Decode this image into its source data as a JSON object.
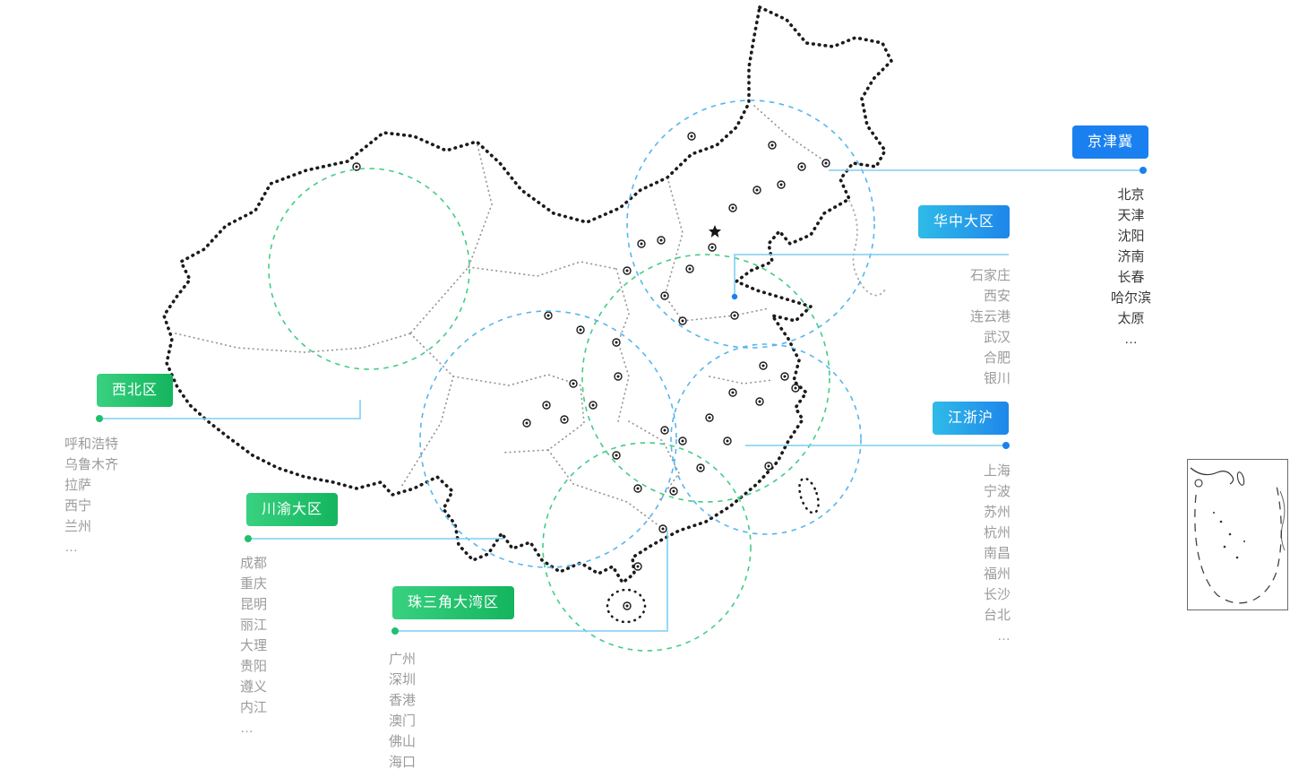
{
  "colors": {
    "background": "#ffffff",
    "blue_chip": "#1a80f0",
    "cyan_chip_start": "#2fbbe8",
    "cyan_chip_end": "#1e86ea",
    "green_chip_start": "#38d180",
    "green_chip_end": "#14b55e",
    "connector_line": "#7fcef4",
    "dot_blue": "#1a80f0",
    "dot_green": "#1fc06c",
    "circle_blue": "#55b6ee",
    "circle_green": "#41cd86",
    "map_outline": "#1b1b1b",
    "city_text_dark": "#383838",
    "city_text_gray": "#9b9b9b"
  },
  "regions": [
    {
      "id": "jingjinji",
      "label": "京津冀",
      "style": "blue",
      "cities": [
        "北京",
        "天津",
        "沈阳",
        "济南",
        "长春",
        "哈尔滨",
        "太原",
        "…"
      ]
    },
    {
      "id": "huazhong",
      "label": "华中大区",
      "style": "cyan",
      "cities": [
        "石家庄",
        "西安",
        "连云港",
        "武汉",
        "合肥",
        "银川"
      ]
    },
    {
      "id": "xibei",
      "label": "西北区",
      "style": "green",
      "cities": [
        "呼和浩特",
        "乌鲁木齐",
        "拉萨",
        "西宁",
        "兰州",
        "…"
      ]
    },
    {
      "id": "chuanyu",
      "label": "川渝大区",
      "style": "green",
      "cities": [
        "成都",
        "重庆",
        "昆明",
        "丽江",
        "大理",
        "贵阳",
        "遵义",
        "内江",
        "…"
      ]
    },
    {
      "id": "zhusanjiao",
      "label": "珠三角大湾区",
      "style": "green",
      "cities": [
        "广州",
        "深圳",
        "香港",
        "澳门",
        "佛山",
        "海口",
        "…"
      ]
    },
    {
      "id": "jiangzhehu",
      "label": "江浙沪",
      "style": "cyan",
      "cities": [
        "上海",
        "宁波",
        "苏州",
        "杭州",
        "南昌",
        "福州",
        "长沙",
        "台北",
        "…"
      ]
    }
  ]
}
